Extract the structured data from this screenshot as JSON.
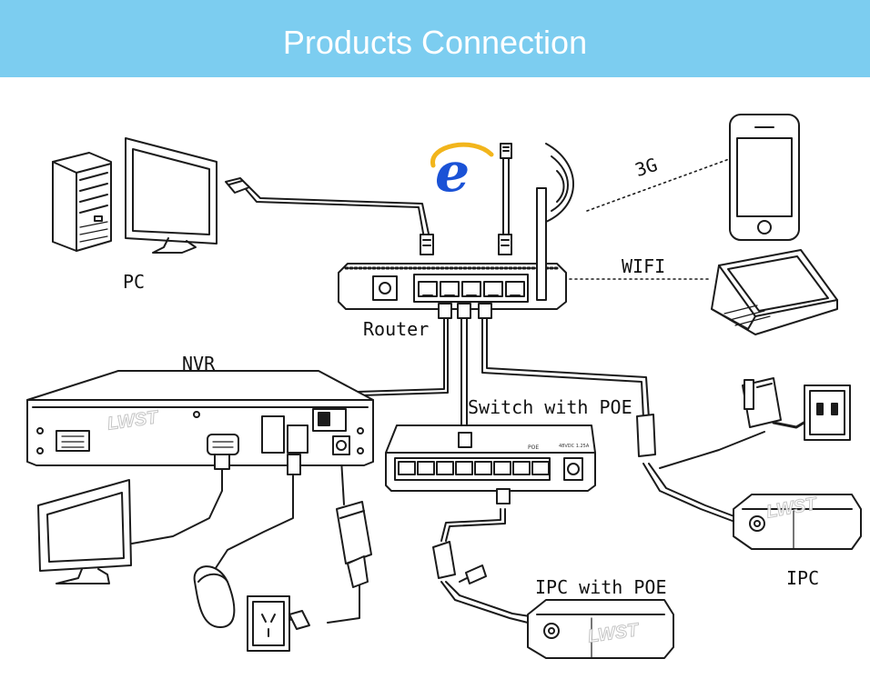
{
  "header": {
    "title": "Products Connection"
  },
  "labels": {
    "pc": "PC",
    "router": "Router",
    "nvr": "NVR",
    "switch": "Switch with POE",
    "ipc_poe": "IPC with POE",
    "ipc": "IPC",
    "g3": "3G",
    "wifi": "WIFI"
  },
  "device_text": {
    "poe_panel": "POE",
    "power_panel": "48VDC 1.25A"
  },
  "watermark": "LWST",
  "colors": {
    "banner": "#7ccdf0",
    "ie_blue": "#1a52d6",
    "ie_ring": "#f2b51c"
  }
}
